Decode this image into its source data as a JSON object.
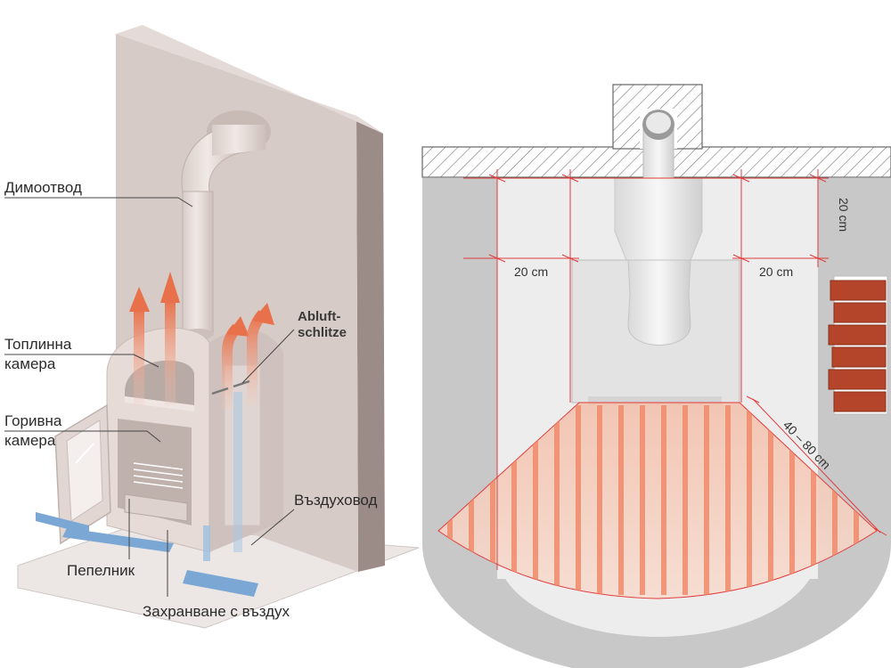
{
  "left_diagram": {
    "labels": {
      "flue": "Димоотвод",
      "exhaust_slots_line1": "Abluft-",
      "exhaust_slots_line2": "schlitze",
      "heat_chamber_line1": "Топлинна",
      "heat_chamber_line2": "камера",
      "combustion_chamber_line1": "Горивна",
      "combustion_chamber_line2": "камера",
      "air_duct": "Въздуховод",
      "ash_pan": "Пепелник",
      "air_supply": "Захранване с въздух"
    }
  },
  "right_diagram": {
    "dimensions": {
      "side_clearance_left": "20 cm",
      "side_clearance_right": "20 cm",
      "rear_clearance": "20 cm",
      "front_radiation_zone": "40 – 80 cm"
    }
  },
  "colors": {
    "wall": "#d7cbc7",
    "wall_side": "#9c8c88",
    "stove": "#e6dbd7",
    "heat_arrow": "#e8704a",
    "air_arrow": "#7aa7d4",
    "floor_grey": "#c8c8c8",
    "radiation_stripe": "#f08a6a",
    "dimension_line": "#e23a3a",
    "firewood": "#b5452a"
  }
}
